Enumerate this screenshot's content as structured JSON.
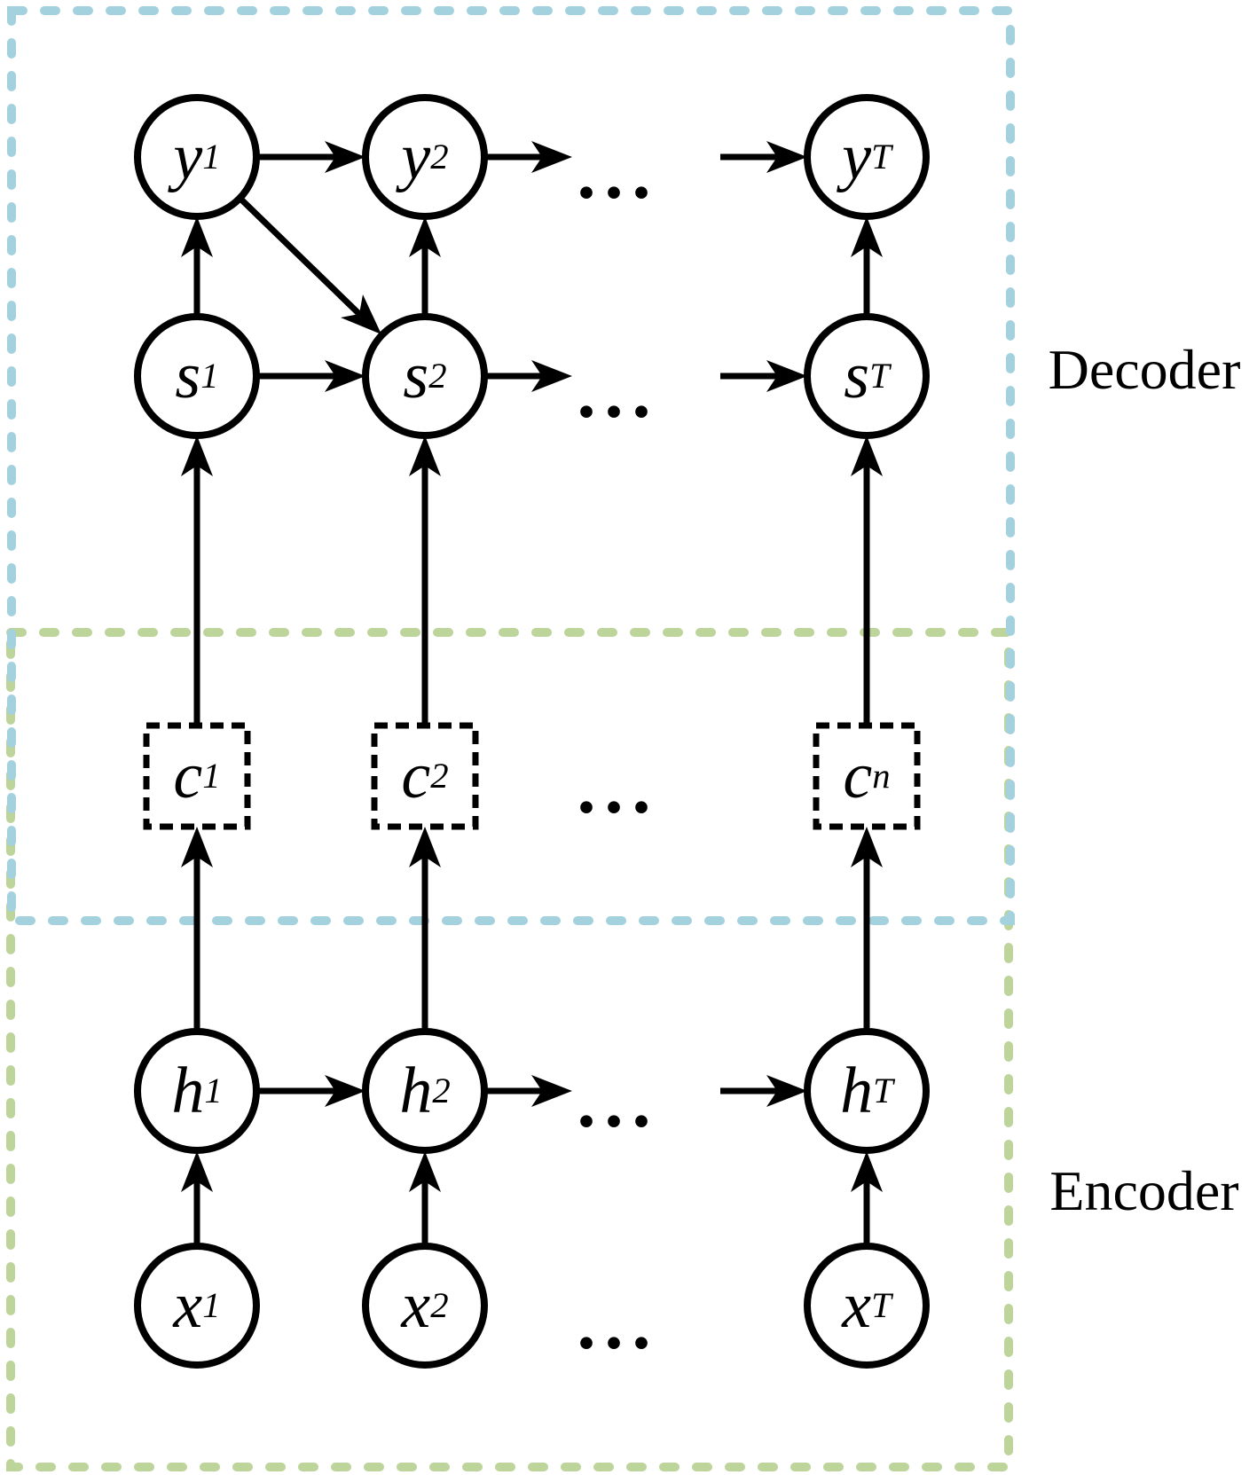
{
  "diagram": {
    "decoder_label": "Decoder",
    "encoder_label": "Encoder",
    "ellipsis": "...",
    "colors": {
      "decoder_border": "#a3d1de",
      "encoder_border": "#bdd49b",
      "node_stroke": "#000000",
      "arrow": "#000000"
    },
    "nodes": {
      "y1": {
        "base": "y",
        "sub": "1"
      },
      "y2": {
        "base": "y",
        "sub": "2"
      },
      "yT": {
        "base": "y",
        "sub": "T"
      },
      "s1": {
        "base": "s",
        "sub": "1"
      },
      "s2": {
        "base": "s",
        "sub": "2"
      },
      "sT": {
        "base": "s",
        "sub": "T"
      },
      "c1": {
        "base": "c",
        "sub": "1"
      },
      "c2": {
        "base": "c",
        "sub": "2"
      },
      "cn": {
        "base": "c",
        "sub": "n"
      },
      "h1": {
        "base": "h",
        "sub": "1"
      },
      "h2": {
        "base": "h",
        "sub": "2"
      },
      "hT": {
        "base": "h",
        "sub": "T"
      },
      "x1": {
        "base": "x",
        "sub": "1"
      },
      "x2": {
        "base": "x",
        "sub": "2"
      },
      "xT": {
        "base": "x",
        "sub": "T"
      }
    }
  }
}
